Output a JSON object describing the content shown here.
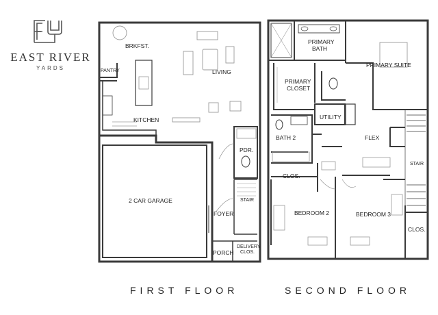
{
  "brand": {
    "name": "EAST RIVER",
    "sub": "YARDS"
  },
  "floors": {
    "first": {
      "title": "FIRST FLOOR",
      "rooms": {
        "brkfst": "BRKFST.",
        "living": "LIVING",
        "pantry": "PANTRY",
        "kitchen": "KITCHEN",
        "pdr": "PDR.",
        "garage": "2 CAR GARAGE",
        "stair": "STAIR",
        "foyer": "FOYER",
        "porch": "PORCH",
        "delivery": "DELIVERY",
        "delivery_clos": "CLOS."
      }
    },
    "second": {
      "title": "SECOND FLOOR",
      "rooms": {
        "primary_bath_1": "PRIMARY",
        "primary_bath_2": "BATH",
        "primary_suite": "PRIMARY SUITE",
        "primary_closet_1": "PRIMARY",
        "primary_closet_2": "CLOSET",
        "utility": "UTILITY",
        "bath2": "BATH 2",
        "flex": "FLEX",
        "stair": "STAIR",
        "clos_left": "CLOS.",
        "bedroom2": "BEDROOM 2",
        "bedroom3": "BEDROOM 3",
        "clos_right": "CLOS."
      }
    }
  },
  "colors": {
    "wall": "#3a3a3a",
    "fixture": "#9a9a9a",
    "logo": "#555555"
  }
}
